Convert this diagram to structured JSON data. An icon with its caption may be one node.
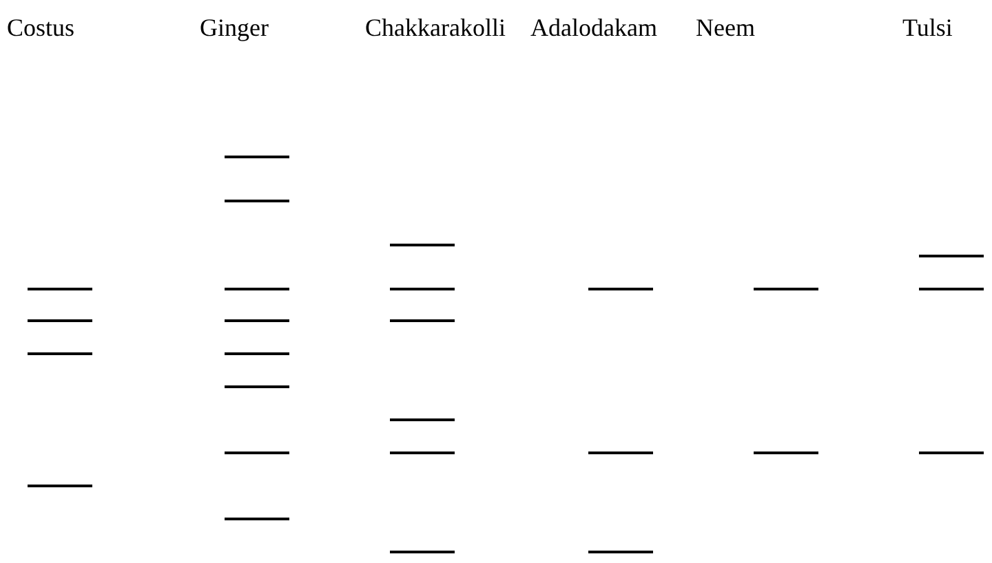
{
  "diagram": {
    "labels": [
      "Costus",
      "Ginger",
      "Chakkarakolli",
      "Adalodakam",
      "Neem",
      "Tulsi"
    ]
  }
}
